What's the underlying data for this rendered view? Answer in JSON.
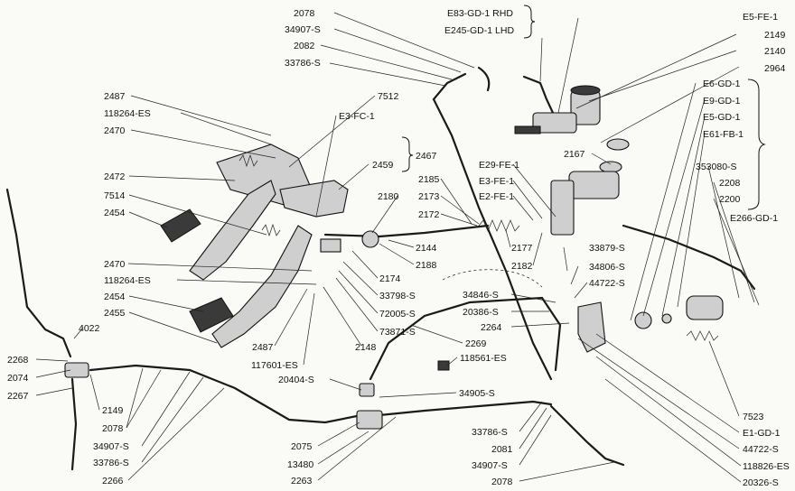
{
  "labels": {
    "p2078_top": "2078",
    "p34907s_top": "34907-S",
    "p2082": "2082",
    "p33786s_top": "33786-S",
    "e83": "E83-GD-1 RHD",
    "e245": "E245-GD-1 LHD",
    "e5fe1": "E5-FE-1",
    "p2149_top": "2149",
    "p2140": "2140",
    "p2964": "2964",
    "e6gd1": "E6-GD-1",
    "e9gd1": "E9-GD-1",
    "e5gd1": "E5-GD-1",
    "e61fb1": "E61-FB-1",
    "p353080s": "353080-S",
    "p2208": "2208",
    "p2200": "2200",
    "e266": "E266-GD-1",
    "p2167": "2167",
    "p2487_top": "2487",
    "p118264_top": "118264-ES",
    "p2470_top": "2470",
    "p7512": "7512",
    "e3fc1": "E3-FC-1",
    "p2467": "2467",
    "p2459": "2459",
    "p2472": "2472",
    "p7514": "7514",
    "p2454_top": "2454",
    "p2180": "2180",
    "p2185": "2185",
    "p2173": "2173",
    "p2172": "2172",
    "e29fe1": "E29-FE-1",
    "e3fe1": "E3-FE-1",
    "e2fe1": "E2-FE-1",
    "p2144": "2144",
    "p2188": "2188",
    "p2177": "2177",
    "p2182": "2182",
    "p2174": "2174",
    "p33879s": "33879-S",
    "p34806s": "34806-S",
    "p44722s_mid": "44722-S",
    "p2470_mid": "2470",
    "p118264_mid": "118264-ES",
    "p33798s": "33798-S",
    "p72005s": "72005-S",
    "p73871s": "73871-S",
    "p34846s": "34846-S",
    "p20386s": "20386-S",
    "p2264": "2264",
    "p2454_mid": "2454",
    "p2455": "2455",
    "p4022": "4022",
    "p2487_mid": "2487",
    "p2148": "2148",
    "p117601": "117601-ES",
    "p2269": "2269",
    "p118561": "118561-ES",
    "p2268": "2268",
    "p2074": "2074",
    "p2267": "2267",
    "p20404s": "20404-S",
    "p34905s": "34905-S",
    "p2149_bot": "2149",
    "p2078_bot": "2078",
    "p34907s_bot": "34907-S",
    "p33786s_bot": "33786-S",
    "p2266": "2266",
    "p2075": "2075",
    "p13480": "13480",
    "p2263": "2263",
    "p33786s_bot2": "33786-S",
    "p2081": "2081",
    "p34907s_bot2": "34907-S",
    "p2078_bot2": "2078",
    "p7523": "7523",
    "e1gd1": "E1-GD-1",
    "p44722s_bot": "44722-S",
    "p118826": "118826-ES",
    "p20326s": "20326-S"
  }
}
